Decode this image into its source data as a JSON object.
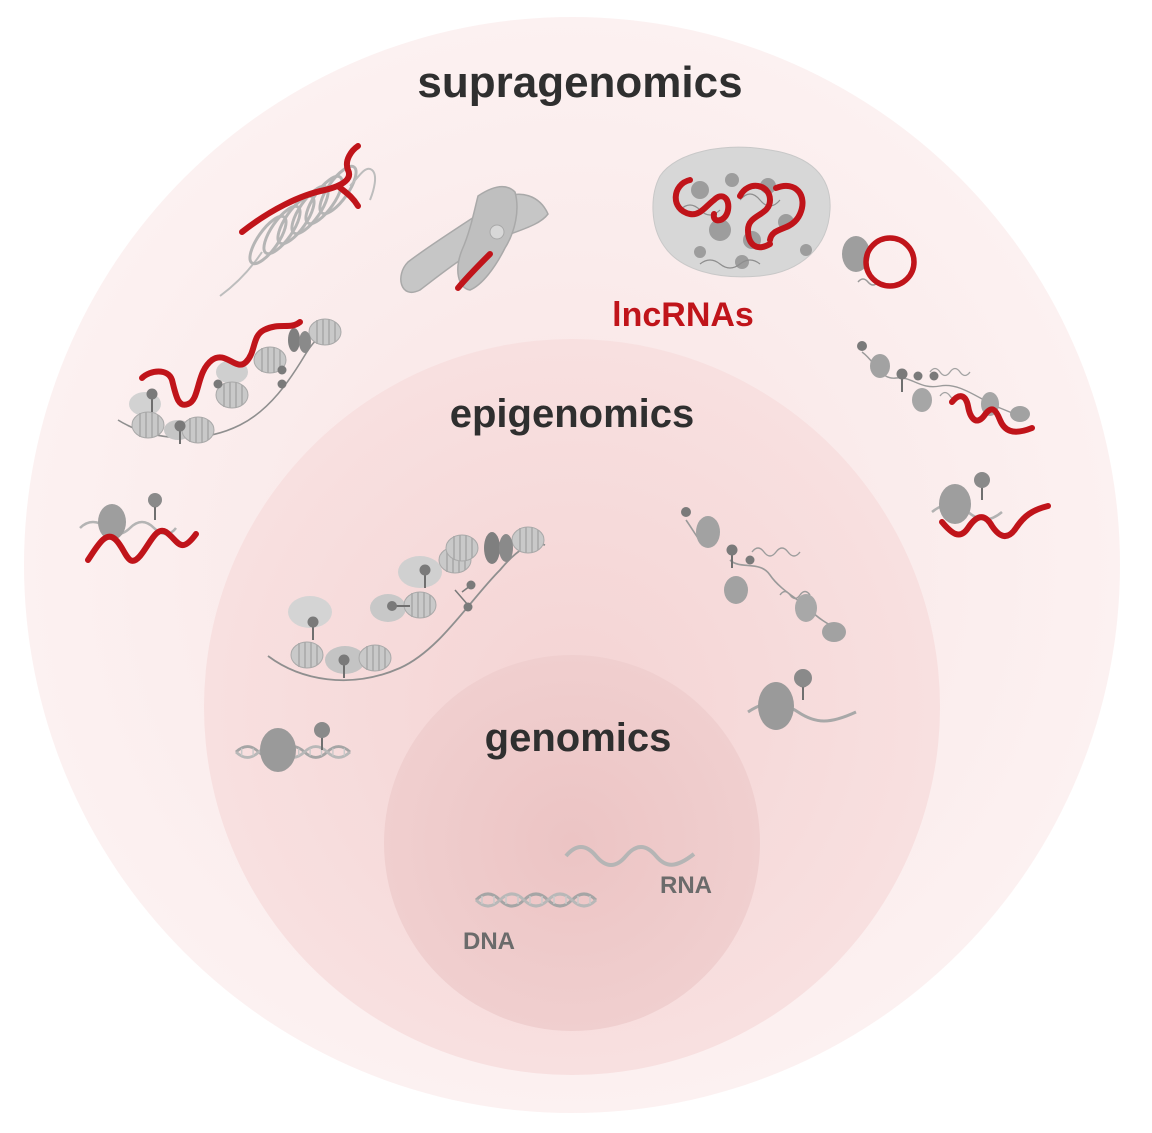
{
  "diagram": {
    "circles": {
      "outer": {
        "label": "supragenomics",
        "fill": "#fbeeee"
      },
      "middle": {
        "label": "epigenomics",
        "fill": "#f7dcdc"
      },
      "inner": {
        "label": "genomics",
        "fill": "#efcaca"
      }
    },
    "lncrna_label": "lncRNAs",
    "dna_label": "DNA",
    "rna_label": "RNA",
    "colors": {
      "lncrna": "#c0141a",
      "illustration_gray": "#9e9e9e",
      "illustration_dark": "#7a7a7a",
      "illustration_light": "#c8c8c8",
      "text_dark": "#2f2f2f",
      "text_gray": "#6b6b6b"
    }
  }
}
